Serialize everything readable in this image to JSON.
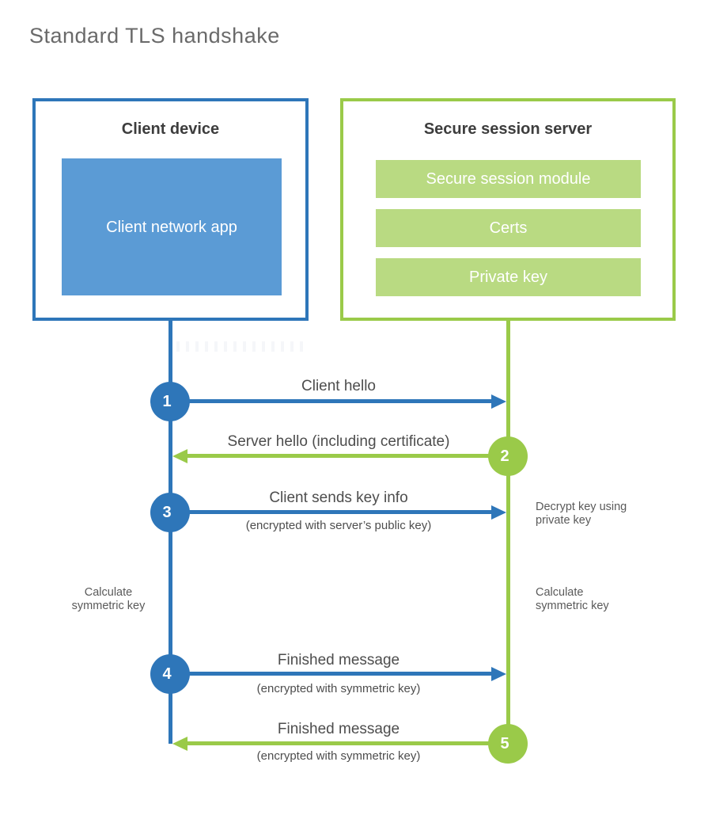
{
  "title": "Standard TLS handshake",
  "client_box": {
    "title": "Client device",
    "app_label": "Client network app"
  },
  "server_box": {
    "title": "Secure session server",
    "modules": [
      "Secure session module",
      "Certs",
      "Private key"
    ]
  },
  "messages": [
    {
      "step": "1",
      "from": "client",
      "direction": "right",
      "label": "Client hello",
      "sublabel": ""
    },
    {
      "step": "2",
      "from": "server",
      "direction": "left",
      "label": "Server hello (including certificate)",
      "sublabel": ""
    },
    {
      "step": "3",
      "from": "client",
      "direction": "right",
      "label": "Client sends key info",
      "sublabel": "(encrypted with server’s public key)"
    },
    {
      "step": "4",
      "from": "client",
      "direction": "right",
      "label": "Finished message",
      "sublabel": "(encrypted with symmetric key)"
    },
    {
      "step": "5",
      "from": "server",
      "direction": "left",
      "label": "Finished message",
      "sublabel": "(encrypted with symmetric key)"
    }
  ],
  "annotations": {
    "left_client": {
      "text": "Calculate symmetric key"
    },
    "right_server_top": {
      "text": "Decrypt key using private key"
    },
    "right_server_bottom": {
      "text": "Calculate symmetric key"
    }
  },
  "colors": {
    "page_bg": "#ffffff",
    "blue": "#2e76b9",
    "blue_light": "#5b9bd5",
    "green": "#9aca49",
    "green_light": "#b9da82",
    "title_text": "#6a6a6a",
    "heading_text": "#3d3d3d",
    "body_text": "#4d4d4d",
    "note_text": "#5a5a5a"
  }
}
